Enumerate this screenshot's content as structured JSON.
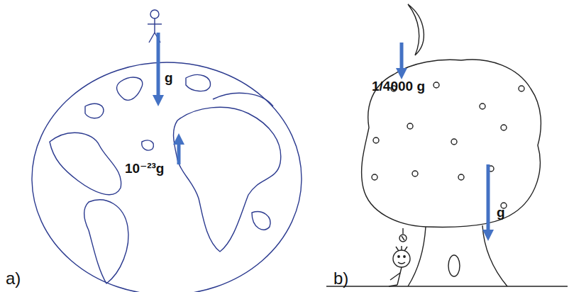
{
  "diagram": {
    "labels": [
      "g",
      "10⁻²³g",
      "a)",
      "1/4000 g",
      "g",
      "b)"
    ]
  }
}
